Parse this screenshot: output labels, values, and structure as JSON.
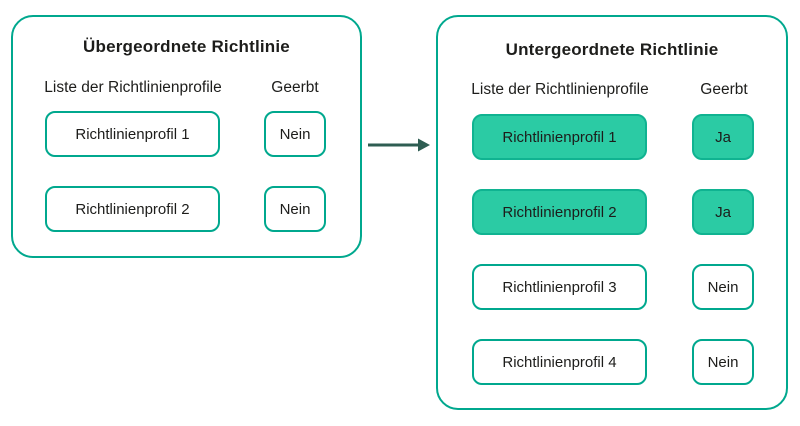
{
  "colors": {
    "panel_border": "#00A88E",
    "row_fill": "#2BCBA4",
    "row_fill_border": "#10B391",
    "arrow": "#2E5D52",
    "text": "#1D1D1B",
    "background": "#FFFFFF"
  },
  "left_panel": {
    "title": "Übergeordnete Richtlinie",
    "columns": {
      "profiles": "Liste der Richtlinienprofile",
      "inherited": "Geerbt"
    },
    "rows": [
      {
        "profile": "Richtlinienprofil 1",
        "inherited": "Nein",
        "highlighted": false
      },
      {
        "profile": "Richtlinienprofil 2",
        "inherited": "Nein",
        "highlighted": false
      }
    ]
  },
  "right_panel": {
    "title": "Untergeordnete Richtlinie",
    "columns": {
      "profiles": "Liste der Richtlinienprofile",
      "inherited": "Geerbt"
    },
    "rows": [
      {
        "profile": "Richtlinienprofil 1",
        "inherited": "Ja",
        "highlighted": true
      },
      {
        "profile": "Richtlinienprofil 2",
        "inherited": "Ja",
        "highlighted": true
      },
      {
        "profile": "Richtlinienprofil 3",
        "inherited": "Nein",
        "highlighted": false
      },
      {
        "profile": "Richtlinienprofil 4",
        "inherited": "Nein",
        "highlighted": false
      }
    ]
  }
}
